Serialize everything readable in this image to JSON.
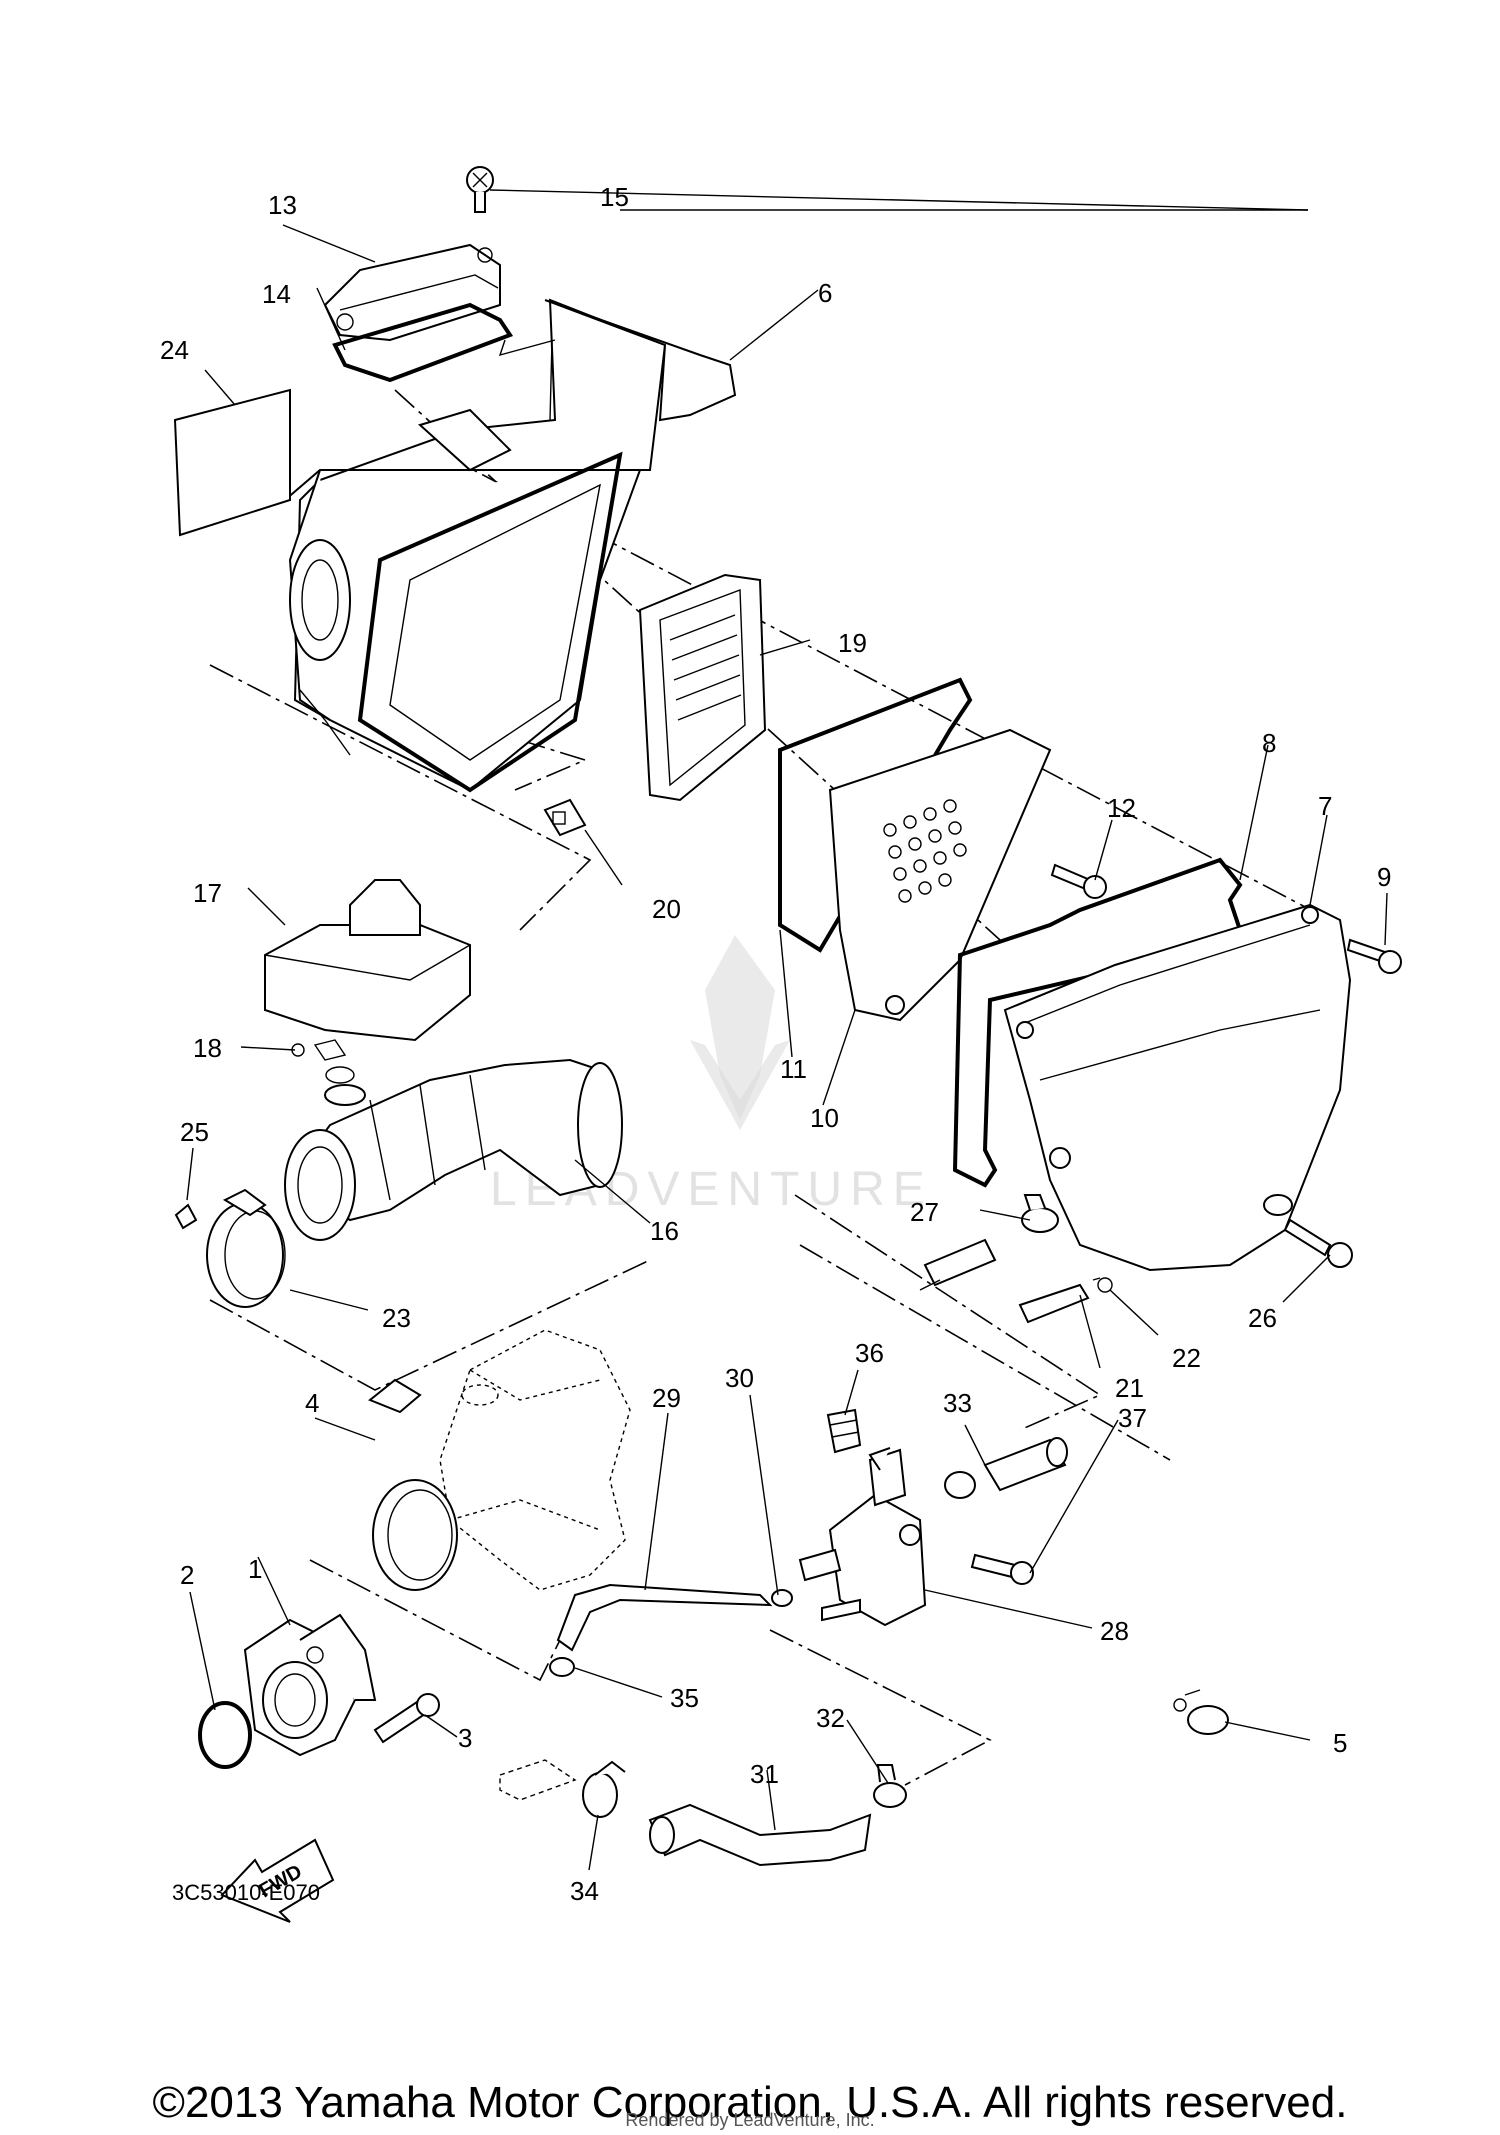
{
  "diagram_code": "3C53010-E070",
  "fwd_label": "FWD",
  "watermark": "LEADVENTURE",
  "copyright": "©2013 Yamaha Motor Corporation, U.S.A. All rights reserved.",
  "rendered_by": "Rendered by LeadVenture, Inc.",
  "callouts": [
    "1",
    "2",
    "3",
    "4",
    "5",
    "6",
    "7",
    "8",
    "9",
    "10",
    "11",
    "12",
    "13",
    "14",
    "15",
    "16",
    "17",
    "18",
    "19",
    "20",
    "21",
    "22",
    "23",
    "24",
    "25",
    "26",
    "27",
    "28",
    "29",
    "30",
    "31",
    "32",
    "33",
    "34",
    "35",
    "36",
    "37"
  ]
}
